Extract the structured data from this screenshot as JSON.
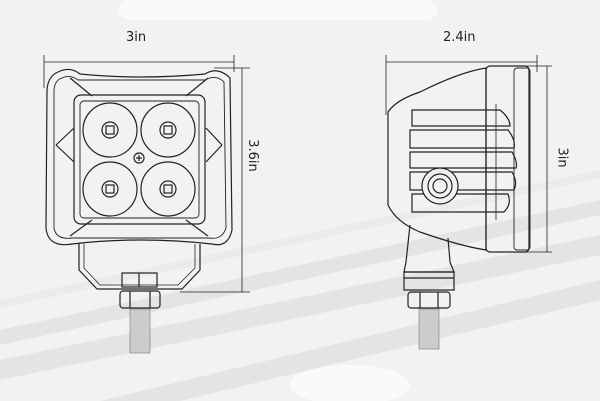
{
  "diagram": {
    "subject": "LED cube work light dimensions",
    "views": [
      {
        "name": "front-view",
        "dimensions": {
          "width": "3in",
          "height": "3.6in"
        },
        "features": [
          "4 LED reflector cups",
          "center screw",
          "mounting bracket",
          "bolt and nut"
        ]
      },
      {
        "name": "side-view",
        "dimensions": {
          "depth": "2.4in",
          "height": "3in"
        },
        "features": [
          "heat sink fins",
          "side adjustment bolt",
          "mount stem",
          "bolt and nut"
        ]
      }
    ],
    "colors": {
      "background": "#f2f2f2",
      "line": "#222222",
      "stripe": "#e2e2e2"
    }
  },
  "labels": {
    "front_width": "3in",
    "front_height": "3.6in",
    "side_depth": "2.4in",
    "side_height": "3in"
  }
}
